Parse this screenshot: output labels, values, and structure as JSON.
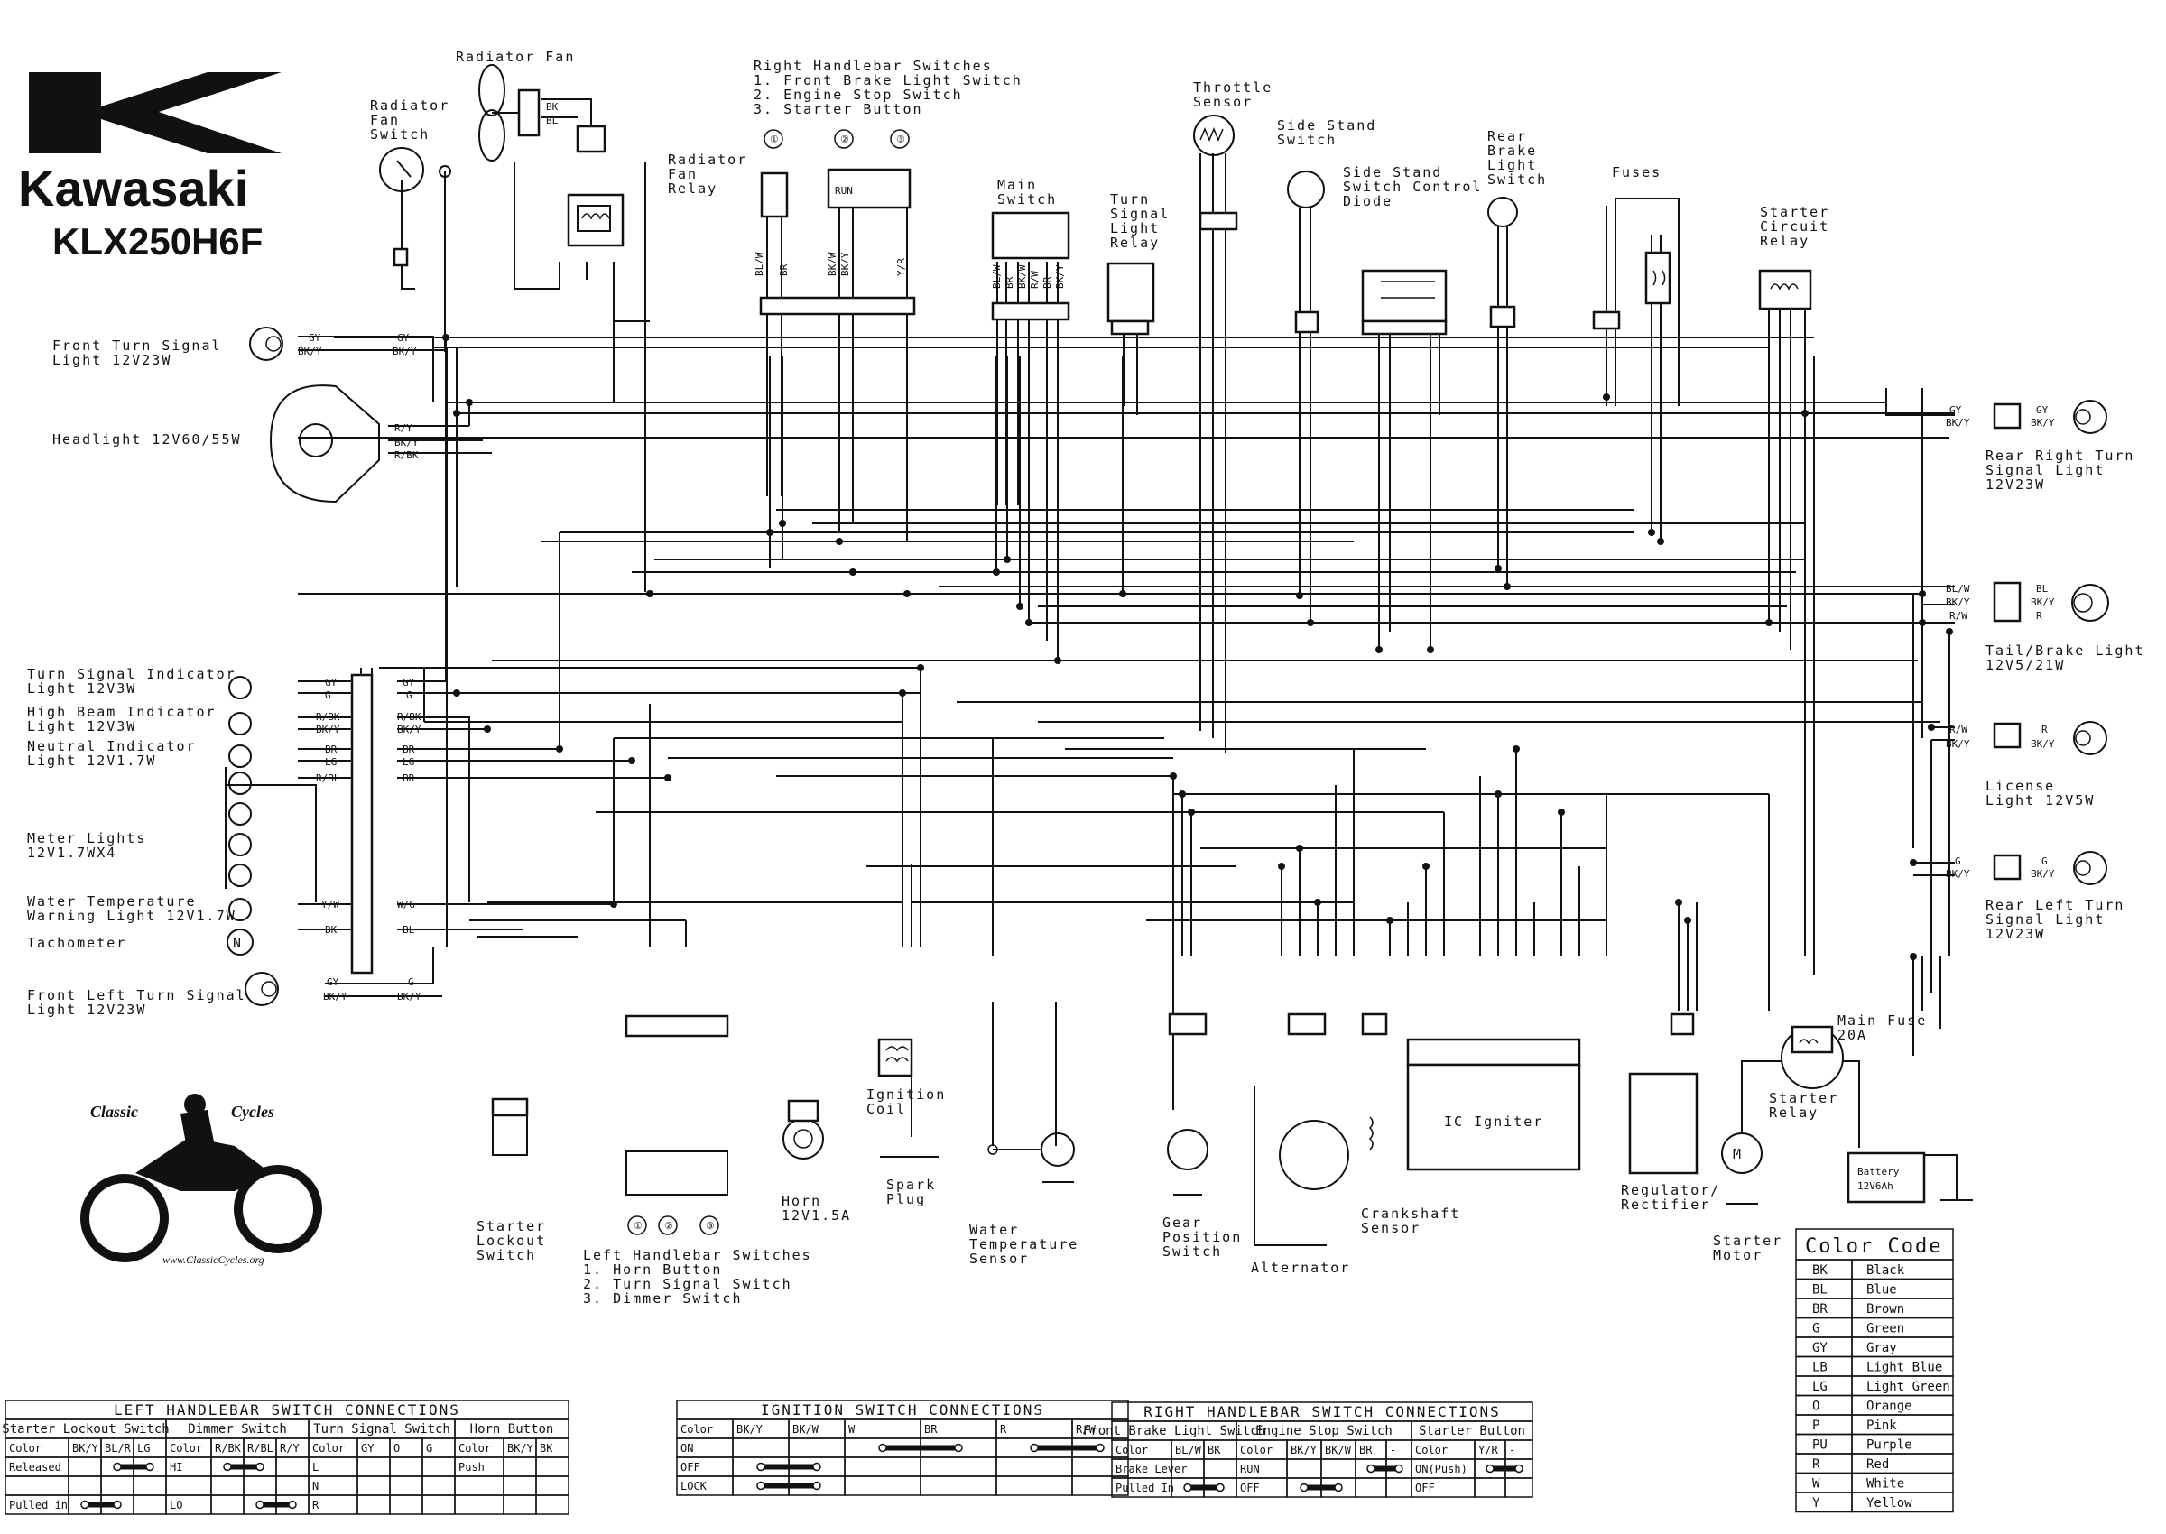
{
  "brand": {
    "name": "Kawasaki",
    "model": "KLX250H6F"
  },
  "watermark": {
    "left": "Classic",
    "right": "Cycles",
    "url": "www.ClassicCycles.org"
  },
  "components": {
    "radiator_fan": [
      "Radiator Fan"
    ],
    "radiator_fan_switch": [
      "Radiator",
      "Fan",
      "Switch"
    ],
    "radiator_fan_relay": [
      "Radiator",
      "Fan",
      "Relay"
    ],
    "right_handlebar_switches": [
      "Right Handlebar Switches",
      "1. Front Brake Light Switch",
      "2. Engine Stop Switch",
      "3. Starter Button"
    ],
    "throttle_sensor": [
      "Throttle",
      "Sensor"
    ],
    "main_switch": [
      "Main",
      "Switch"
    ],
    "turn_signal_relay": [
      "Turn",
      "Signal",
      "Light",
      "Relay"
    ],
    "side_stand_switch": [
      "Side Stand",
      "Switch"
    ],
    "side_stand_diode": [
      "Side Stand",
      "Switch Control",
      "Diode"
    ],
    "rear_brake_switch": [
      "Rear",
      "Brake",
      "Light",
      "Switch"
    ],
    "fuses": [
      "Fuses"
    ],
    "starter_circuit_relay": [
      "Starter",
      "Circuit",
      "Relay"
    ],
    "front_turn_signal": [
      "Front Turn Signal",
      "Light 12V23W"
    ],
    "headlight": [
      "Headlight 12V60/55W"
    ],
    "turn_signal_indicator": [
      "Turn Signal Indicator",
      "Light 12V3W"
    ],
    "high_beam_indicator": [
      "High Beam Indicator",
      "Light 12V3W"
    ],
    "neutral_indicator": [
      "Neutral Indicator",
      "Light 12V1.7W"
    ],
    "meter_lights": [
      "Meter Lights",
      "12V1.7WX4"
    ],
    "water_temp_warning": [
      "Water Temperature",
      "Warning Light 12V1.7W"
    ],
    "tachometer": [
      "Tachometer"
    ],
    "front_left_turn": [
      "Front Left Turn Signal",
      "Light 12V23W"
    ],
    "rear_right_turn": [
      "Rear Right Turn",
      "Signal Light",
      "12V23W"
    ],
    "tail_brake": [
      "Tail/Brake Light",
      "12V5/21W"
    ],
    "license": [
      "License",
      "Light 12V5W"
    ],
    "rear_left_turn": [
      "Rear Left Turn",
      "Signal Light",
      "12V23W"
    ],
    "starter_lockout": [
      "Starter",
      "Lockout",
      "Switch"
    ],
    "left_handlebar_switches": [
      "Left Handlebar Switches",
      "1. Horn Button",
      "2. Turn Signal Switch",
      "3. Dimmer Switch"
    ],
    "horn": [
      "Horn",
      "12V1.5A"
    ],
    "ignition_coil": [
      "Ignition",
      "Coil"
    ],
    "spark_plug": [
      "Spark",
      "Plug"
    ],
    "water_temp_sensor": [
      "Water",
      "Temperature",
      "Sensor"
    ],
    "gear_position": [
      "Gear",
      "Position",
      "Switch"
    ],
    "alternator": [
      "Alternator"
    ],
    "crankshaft_sensor": [
      "Crankshaft",
      "Sensor"
    ],
    "ic_igniter": [
      "IC Igniter"
    ],
    "regulator": [
      "Regulator/",
      "Rectifier"
    ],
    "starter_motor": [
      "Starter",
      "Motor"
    ],
    "starter_relay": [
      "Starter",
      "Relay"
    ],
    "main_fuse": [
      "Main Fuse",
      "20A"
    ],
    "battery": [
      "Battery",
      "12V6Ah"
    ]
  },
  "wire_codes": {
    "front_turn": [
      "GY",
      "BK/Y",
      "GY",
      "BK/Y"
    ],
    "headlight": [
      "R/Y",
      "BK/Y",
      "R/BK"
    ],
    "indicators": [
      "GY",
      "G",
      "R/BK",
      "BK/Y",
      "BR",
      "LG",
      "R/BL",
      "Y/W",
      "BK"
    ],
    "indicators_right": [
      "GY",
      "G",
      "R/BK",
      "BK/Y",
      "BR",
      "LG",
      "BR",
      "W/G",
      "BL"
    ],
    "front_left": [
      "GY",
      "BK/Y",
      "G",
      "BK/Y"
    ],
    "rear_right": [
      "GY",
      "BK/Y",
      "GY",
      "BK/Y"
    ],
    "tail": [
      "BL/W",
      "BK/Y",
      "R/W",
      "BL",
      "BK/Y",
      "R"
    ],
    "license": [
      "R/W",
      "BK/Y",
      "R",
      "BK/Y"
    ],
    "rear_left": [
      "G",
      "BK/Y",
      "G",
      "BK/Y"
    ],
    "fan": [
      "BK",
      "BL"
    ],
    "mainswitch": [
      "BL/W",
      "BR",
      "BK/W",
      "R/W",
      "BR",
      "BK/Y"
    ],
    "rhs": [
      "BL/W",
      "BR",
      "BK/W",
      "BK/Y",
      "Y/R"
    ]
  },
  "color_code": {
    "title": "Color Code",
    "rows": [
      [
        "BK",
        "Black"
      ],
      [
        "BL",
        "Blue"
      ],
      [
        "BR",
        "Brown"
      ],
      [
        "G",
        "Green"
      ],
      [
        "GY",
        "Gray"
      ],
      [
        "LB",
        "Light Blue"
      ],
      [
        "LG",
        "Light Green"
      ],
      [
        "O",
        "Orange"
      ],
      [
        "P",
        "Pink"
      ],
      [
        "PU",
        "Purple"
      ],
      [
        "R",
        "Red"
      ],
      [
        "W",
        "White"
      ],
      [
        "Y",
        "Yellow"
      ]
    ]
  },
  "left_table": {
    "title": "LEFT HANDLEBAR SWITCH CONNECTIONS",
    "groups": [
      "Starter Lockout Switch",
      "Dimmer Switch",
      "Turn Signal Switch",
      "Horn Button"
    ],
    "header": [
      "Color",
      "BK/Y",
      "BL/R",
      "LG",
      "Color",
      "R/BK",
      "R/BL",
      "R/Y",
      "Color",
      "GY",
      "O",
      "G",
      "Color",
      "BK/Y",
      "BK"
    ],
    "row1": [
      "Released",
      "",
      "",
      "",
      "HI",
      "",
      "",
      "",
      "L",
      "",
      "",
      "",
      "Push",
      "",
      ""
    ],
    "row2": [
      "",
      "",
      "",
      "",
      "",
      "",
      "",
      "",
      "N",
      "",
      "",
      "",
      "",
      "",
      ""
    ],
    "row3": [
      "Pulled in",
      "",
      "",
      "",
      "LO",
      "",
      "",
      "",
      "R",
      "",
      "",
      "",
      "",
      "",
      ""
    ]
  },
  "ign_table": {
    "title": "IGNITION SWITCH CONNECTIONS",
    "header": [
      "Color",
      "BK/Y",
      "BK/W",
      "W",
      "BR",
      "R",
      "R/W"
    ],
    "rows": [
      [
        "ON"
      ],
      [
        "OFF"
      ],
      [
        "LOCK"
      ]
    ]
  },
  "right_table": {
    "title": "RIGHT HANDLEBAR SWITCH CONNECTIONS",
    "groups": [
      "Front Brake Light Switch",
      "Engine Stop Switch",
      "Starter Button"
    ],
    "header": [
      "Color",
      "BL/W",
      "BK",
      "Color",
      "BK/Y",
      "BK/W",
      "BR",
      "-",
      "Color",
      "Y/R",
      "-"
    ],
    "rows": [
      [
        "Brake Lever",
        "",
        "",
        "RUN",
        "",
        "",
        "",
        "",
        "ON(Push)",
        "",
        ""
      ],
      [
        "Pulled In",
        "",
        "",
        "OFF",
        "",
        "",
        "",
        "",
        "OFF",
        "",
        ""
      ]
    ]
  },
  "switch_numbers": [
    "①",
    "②",
    "③"
  ]
}
